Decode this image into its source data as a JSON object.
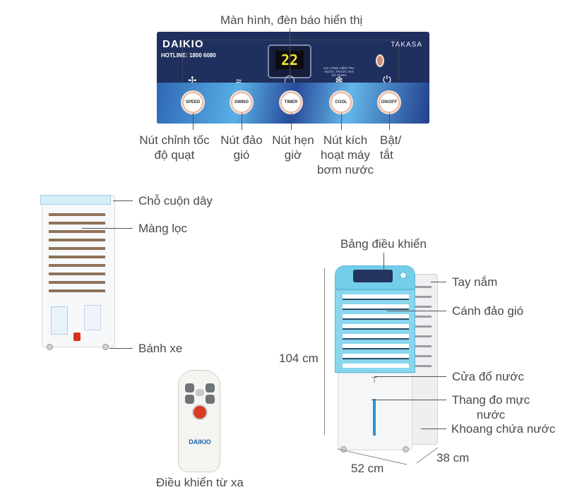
{
  "labels": {
    "display": "Màn hình, đèn báo hiển thị",
    "speed_btn": "Nút chỉnh tốc độ quạt",
    "swing_btn": "Nút đảo gió",
    "timer_btn": "Nút hẹn giờ",
    "cool_btn": "Nút kích hoạt máy bơm nước",
    "power_btn": "Bật/ tắt",
    "cord": "Chỗ cuộn dây",
    "filter": "Màng lọc",
    "wheels": "Bánh xe",
    "remote": "Điều khiển từ xa",
    "control_board": "Bảng điều khiển",
    "handle": "Tay nắm",
    "louver": "Cánh đảo gió",
    "water_door": "Cửa đổ nước",
    "water_gauge": "Thang đo mực nước",
    "water_tank": "Khoang chứa nước"
  },
  "dimensions": {
    "height": "104 cm",
    "width": "52 cm",
    "depth": "38 cm"
  },
  "panel": {
    "brand": "DAIKIO",
    "hotline": "HOTLINE: 1800 6080",
    "model_brand": "TAKASA",
    "display_value": "22",
    "warning": "VUI LÒNG KIỂM TRA NƯỚC TRƯỚC KHI SỬ DỤNG",
    "buttons": [
      "SPEED",
      "SWING",
      "TIMER",
      "COOL",
      "ON/OFF"
    ]
  },
  "remote": {
    "brand": "DAIKIO"
  }
}
